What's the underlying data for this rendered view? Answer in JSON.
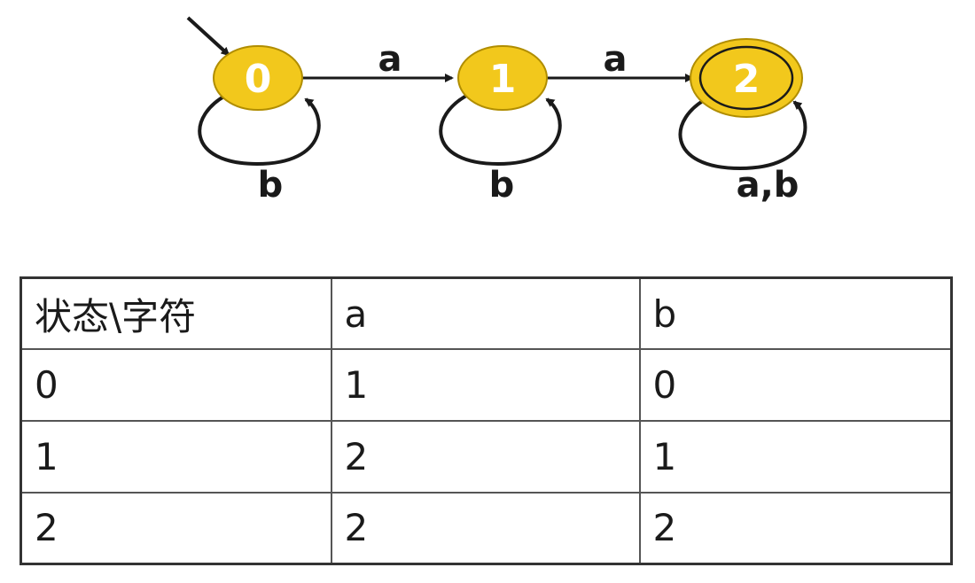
{
  "colors": {
    "state_fill": "#f2c81c",
    "state_stroke": "#b08d00",
    "edge": "#1a1a1a",
    "table_border": "#333333"
  },
  "automaton": {
    "states": [
      {
        "id": "0",
        "label": "0",
        "initial": true,
        "accepting": false
      },
      {
        "id": "1",
        "label": "1",
        "initial": false,
        "accepting": false
      },
      {
        "id": "2",
        "label": "2",
        "initial": false,
        "accepting": true
      }
    ],
    "transitions": [
      {
        "from": "0",
        "to": "1",
        "label": "a"
      },
      {
        "from": "1",
        "to": "2",
        "label": "a"
      },
      {
        "from": "0",
        "to": "0",
        "label": "b"
      },
      {
        "from": "1",
        "to": "1",
        "label": "b"
      },
      {
        "from": "2",
        "to": "2",
        "label": "a,b"
      }
    ]
  },
  "table": {
    "headers": [
      "状态\\字符",
      "a",
      "b"
    ],
    "rows": [
      [
        "0",
        "1",
        "0"
      ],
      [
        "1",
        "2",
        "1"
      ],
      [
        "2",
        "2",
        "2"
      ]
    ]
  }
}
